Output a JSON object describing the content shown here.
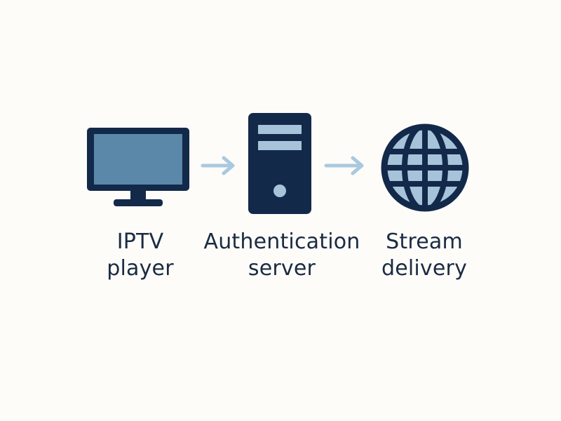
{
  "colors": {
    "background": "#fdfcf9",
    "dark_navy": "#13294a",
    "screen_blue": "#5b87a9",
    "globe_light": "#a7c3da",
    "arrow_light": "#a9c9de",
    "label_text": "#1b2b42"
  },
  "nodes": [
    {
      "icon": "tv-monitor-icon",
      "label_line1": "IPTV",
      "label_line2": "player"
    },
    {
      "icon": "server-tower-icon",
      "label_line1": "Authentication",
      "label_line2": "server"
    },
    {
      "icon": "globe-icon",
      "label_line1": "Stream",
      "label_line2": "delivery"
    }
  ],
  "arrows": [
    {
      "from": "IPTV player",
      "to": "Authentication server",
      "icon": "arrow-right-icon"
    },
    {
      "from": "Authentication server",
      "to": "Stream delivery",
      "icon": "arrow-right-icon"
    }
  ]
}
